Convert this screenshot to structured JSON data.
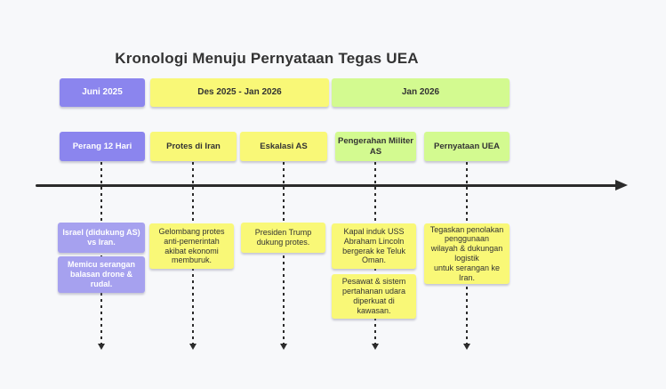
{
  "title": "Kronologi Menuju Pernyataan Tegas UEA",
  "colors": {
    "bg": "#f7f8fa",
    "purple": "#8b85ee",
    "purple-light": "#a6a1ef",
    "yellow": "#f9f877",
    "green": "#d3fa90",
    "ink": "#333333",
    "line": "#2b2b2b"
  },
  "periods": [
    {
      "label": "Juni 2025"
    },
    {
      "label": "Des 2025 - Jan 2026"
    },
    {
      "label": "Jan 2026"
    }
  ],
  "events": [
    {
      "label": "Perang 12 Hari"
    },
    {
      "label": "Protes di Iran"
    },
    {
      "label": "Eskalasi AS"
    },
    {
      "label": "Pengerahan Militer\nAS"
    },
    {
      "label": "Pernyataan UEA"
    }
  ],
  "notes": [
    {
      "text": "Israel (didukung AS)\nvs Iran."
    },
    {
      "text": "Memicu serangan\nbalasan drone &\nrudal."
    },
    {
      "text": "Gelombang protes\nanti-pemerintah\nakibat ekonomi\nmemburuk."
    },
    {
      "text": "Presiden Trump\ndukung protes."
    },
    {
      "text": "Kapal induk USS\nAbraham Lincoln\nbergerak ke Teluk\nOman."
    },
    {
      "text": "Pesawat & sistem\npertahanan udara\ndiperkuat di\nkawasan."
    },
    {
      "text": "Tegaskan penolakan\npenggunaan\nwilayah & dukungan\nlogistik\nuntuk serangan ke\nIran."
    }
  ]
}
